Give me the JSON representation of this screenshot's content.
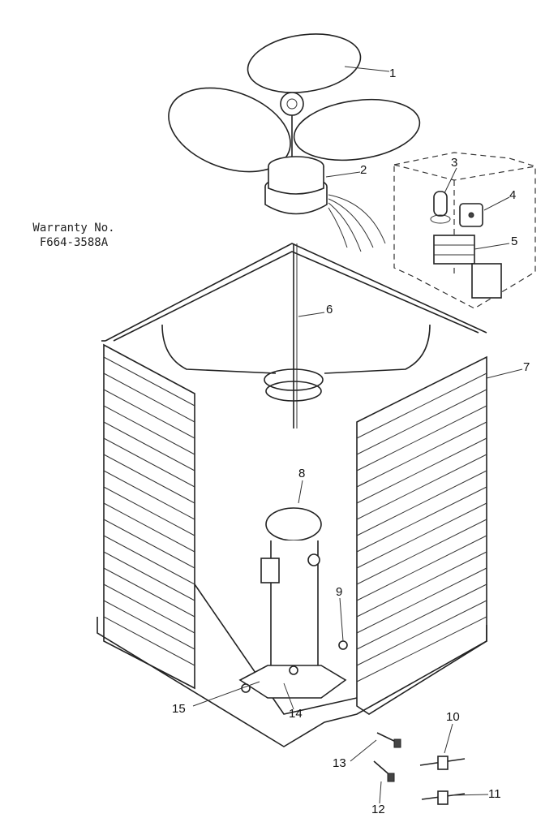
{
  "warranty": {
    "line1": "Warranty No.",
    "line2": "F664-3588A"
  },
  "callouts": [
    {
      "label": "1"
    },
    {
      "label": "2"
    },
    {
      "label": "3"
    },
    {
      "label": "4"
    },
    {
      "label": "5"
    },
    {
      "label": "6"
    },
    {
      "label": "7"
    },
    {
      "label": "8"
    },
    {
      "label": "9"
    },
    {
      "label": "10"
    },
    {
      "label": "11"
    },
    {
      "label": "12"
    },
    {
      "label": "13"
    },
    {
      "label": "14"
    },
    {
      "label": "15"
    }
  ]
}
